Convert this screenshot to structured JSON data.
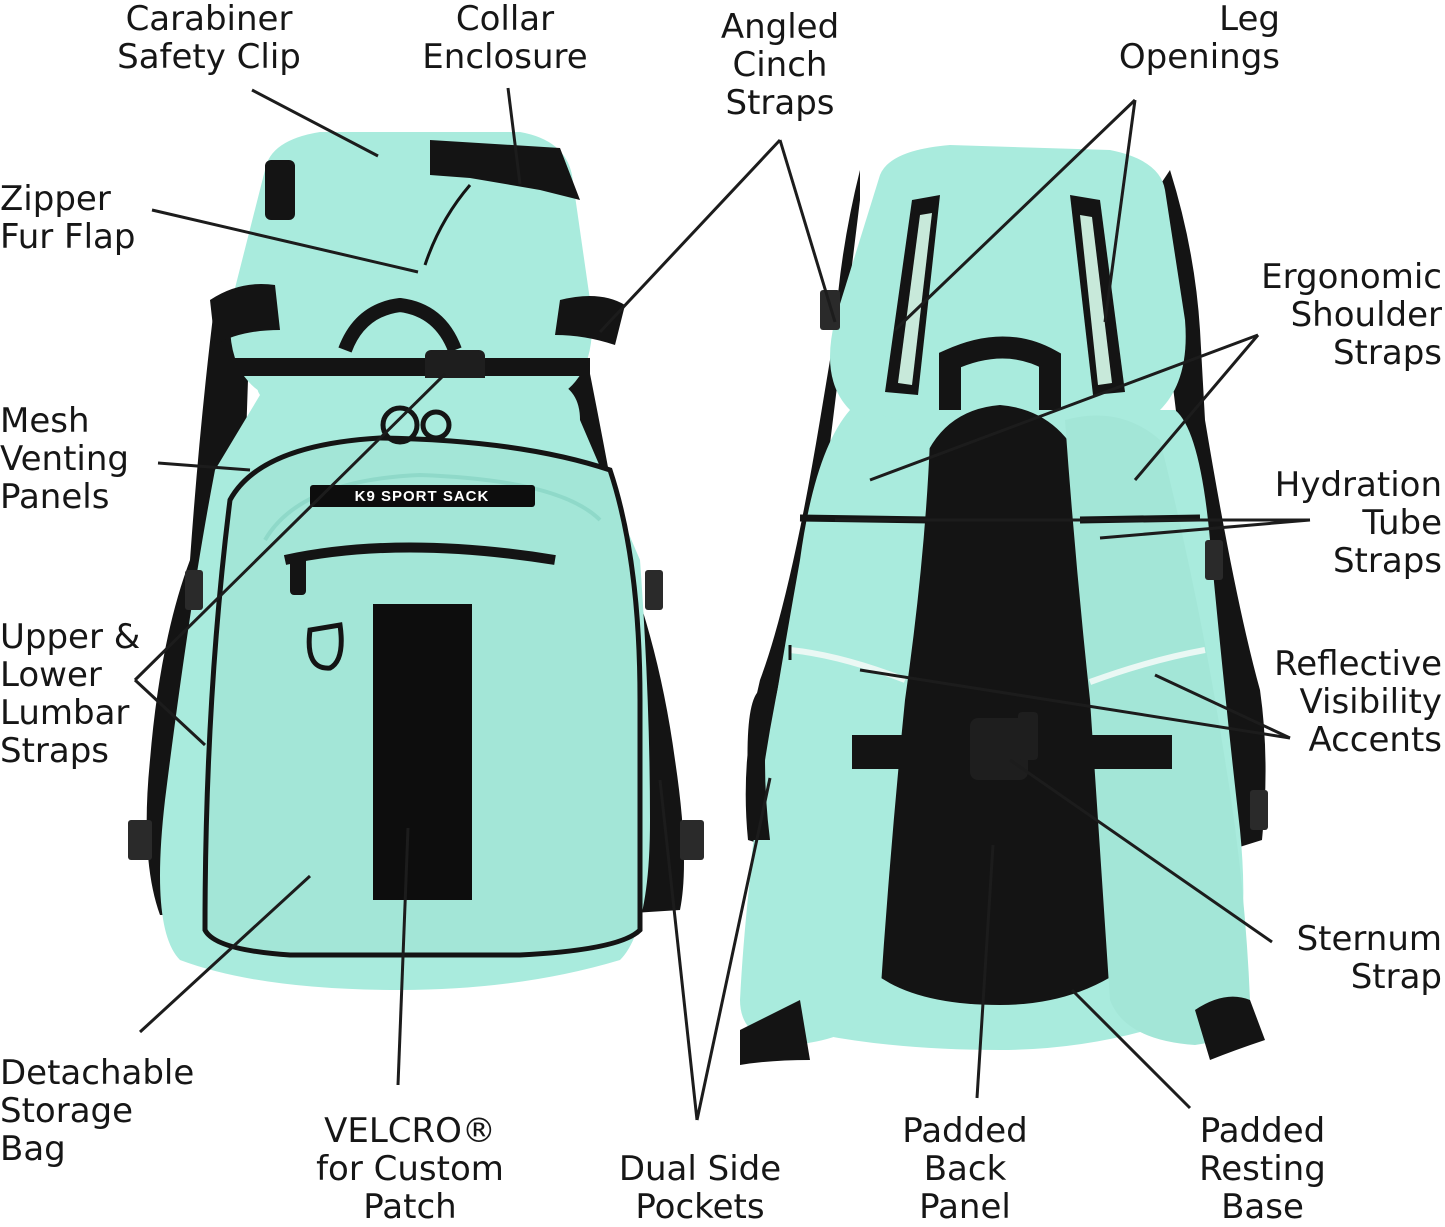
{
  "colors": {
    "body": "#a9ebdd",
    "body_shade": "#8fd9c9",
    "strap": "#141414",
    "leader": "#1c1c1c",
    "reflective": "#eaf8f4",
    "patch": "#0d0d0d"
  },
  "brand_patch": "K9 SPORT SACK",
  "labels": {
    "carabiner": "Carabiner\nSafety Clip",
    "collar": "Collar\nEnclosure",
    "cinch": "Angled\nCinch\nStraps",
    "leg": "Leg\nOpenings",
    "zipper": "Zipper\nFur Flap",
    "ergonomic": "Ergonomic\nShoulder\nStraps",
    "mesh": "Mesh\nVenting\nPanels",
    "hydration": "Hydration\nTube\nStraps",
    "lumbar": "Upper &\nLower\nLumbar\nStraps",
    "reflective": "Reflective\nVisibility\nAccents",
    "sternum": "Sternum\nStrap",
    "storage": "Detachable\nStorage\nBag",
    "velcro": "VELCRO®\nfor Custom\nPatch",
    "pockets": "Dual Side\nPockets",
    "back_panel": "Padded\nBack\nPanel",
    "base": "Padded\nResting\nBase"
  }
}
